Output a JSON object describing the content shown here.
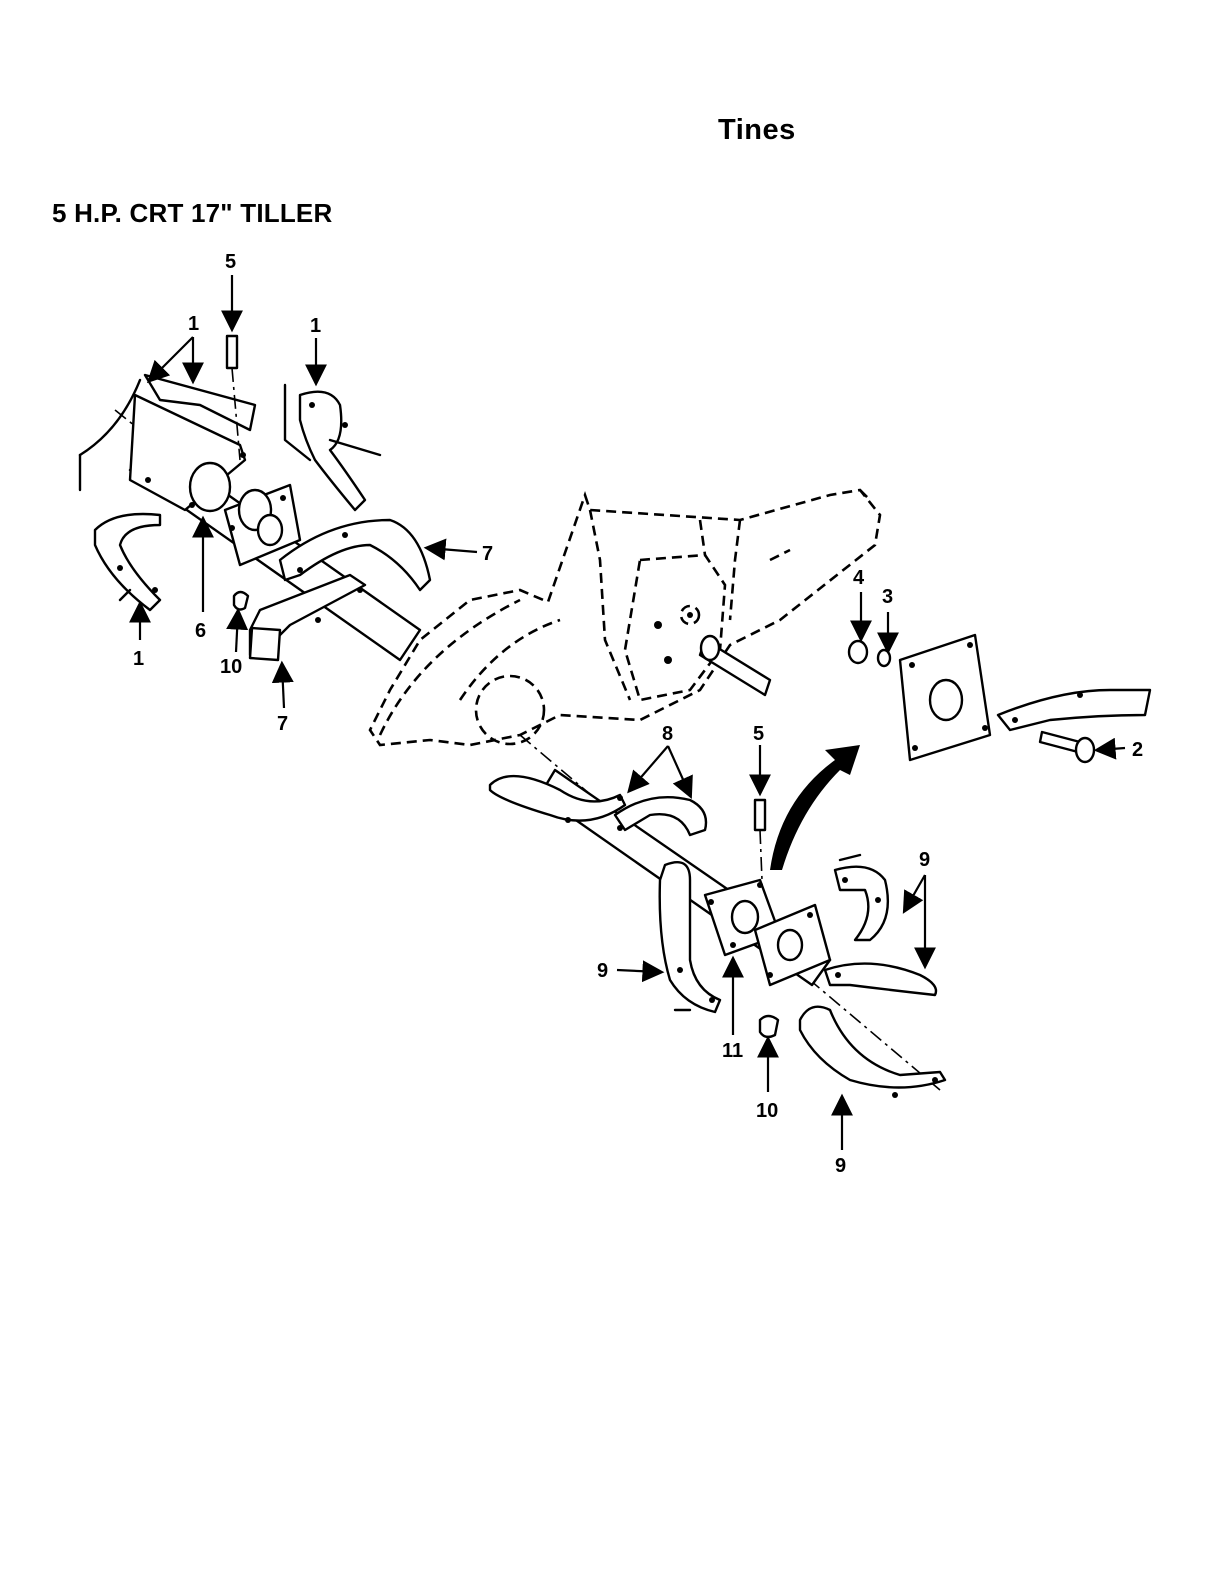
{
  "header": {
    "title": "Tines",
    "model": "5 H.P. CRT 17\"  TILLER"
  },
  "callouts": [
    {
      "id": "c5a",
      "label": "5"
    },
    {
      "id": "c1a",
      "label": "1"
    },
    {
      "id": "c1b",
      "label": "1"
    },
    {
      "id": "c7a",
      "label": "7"
    },
    {
      "id": "c1c",
      "label": "1"
    },
    {
      "id": "c6",
      "label": "6"
    },
    {
      "id": "c10a",
      "label": "10"
    },
    {
      "id": "c7b",
      "label": "7"
    },
    {
      "id": "c4",
      "label": "4"
    },
    {
      "id": "c3",
      "label": "3"
    },
    {
      "id": "c2",
      "label": "2"
    },
    {
      "id": "c8",
      "label": "8"
    },
    {
      "id": "c5b",
      "label": "5"
    },
    {
      "id": "c9a",
      "label": "9"
    },
    {
      "id": "c9b",
      "label": "9"
    },
    {
      "id": "c11",
      "label": "11"
    },
    {
      "id": "c10b",
      "label": "10"
    },
    {
      "id": "c9c",
      "label": "9"
    }
  ]
}
